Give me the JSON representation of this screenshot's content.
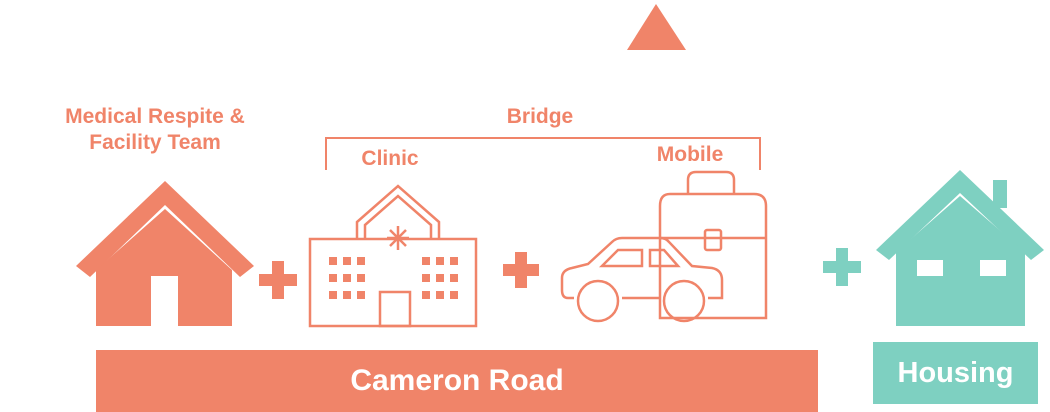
{
  "colors": {
    "coral": "#F08469",
    "teal": "#7ED0C1",
    "white": "#FFFFFF"
  },
  "labels": {
    "medical_respite": "Medical Respite &\nFacility Team",
    "bridge": "Bridge",
    "clinic": "Clinic",
    "mobile": "Mobile"
  },
  "bars": {
    "cameron_road": "Cameron Road",
    "housing": "Housing"
  },
  "icons": [
    "triangle-icon",
    "house-icon",
    "plus-icon",
    "clinic-building-icon",
    "car-icon",
    "backpack-icon",
    "housing-house-icon"
  ]
}
